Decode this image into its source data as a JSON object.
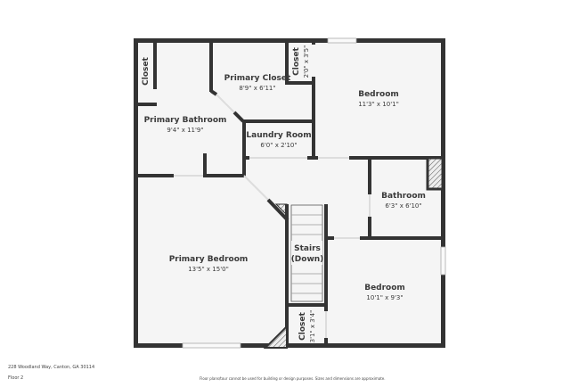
{
  "rooms": {
    "closet_a": {
      "name": "Closet"
    },
    "primary_closet": {
      "name": "Primary Closet",
      "dims": "8'9\" x 6'11\""
    },
    "closet_b": {
      "name": "Closet",
      "dims": "2'0\" x 3'5\""
    },
    "bedroom_a": {
      "name": "Bedroom",
      "dims": "11'3\" x 10'1\""
    },
    "primary_bathroom": {
      "name": "Primary Bathroom",
      "dims": "9'4\" x 11'9\""
    },
    "laundry": {
      "name": "Laundry Room",
      "dims": "6'0\" x 2'10\""
    },
    "bathroom": {
      "name": "Bathroom",
      "dims": "6'3\" x 6'10\""
    },
    "primary_bedroom": {
      "name": "Primary Bedroom",
      "dims": "13'5\" x 15'0\""
    },
    "stairs": {
      "line1": "Stairs",
      "line2": "(Down)"
    },
    "bedroom_b": {
      "name": "Bedroom",
      "dims": "10'1\" x 9'3\""
    },
    "closet_c": {
      "name": "Closet",
      "dims": "3'1\" x 3'4\""
    }
  },
  "footer": {
    "address": "228 Woodland Way, Canton, GA 30114",
    "floor": "Floor 2",
    "disclaimer": "Floor plans/tour cannot be used for building or design purposes. Sizes and dimensions are approximate."
  },
  "colors": {
    "wall": "#333333",
    "floor": "#f5f5f5"
  }
}
